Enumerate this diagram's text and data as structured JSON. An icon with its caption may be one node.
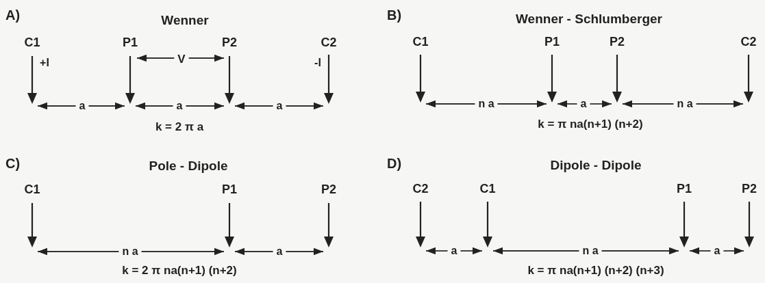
{
  "diagram": {
    "labels": [
      "A)",
      "Wenner",
      "C1",
      "P1",
      "P2",
      "C2",
      "+I",
      "V",
      "-I",
      "a",
      "a",
      "a",
      "k = 2 π a",
      "B)",
      "Wenner - Schlumberger",
      "C1",
      "P1",
      "P2",
      "C2",
      "n a",
      "a",
      "n a",
      "k = π na(n+1) (n+2)",
      "C)",
      "Pole - Dipole",
      "C1",
      "P1",
      "P2",
      "n a",
      "a",
      "k = 2 π na(n+1) (n+2)",
      "D)",
      "Dipole - Dipole",
      "C2",
      "C1",
      "P1",
      "P2",
      "a",
      "n a",
      "a",
      "k = π na(n+1) (n+2) (n+3)"
    ]
  }
}
